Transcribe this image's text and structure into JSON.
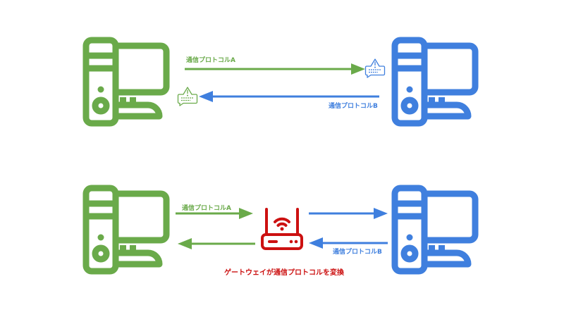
{
  "colors": {
    "green": "#6aaa4a",
    "blue": "#3f7fde",
    "red": "#cc1111"
  },
  "top_scenario": {
    "left_computer": {
      "icon": "desktop-computer-icon",
      "color": "green"
    },
    "right_computer": {
      "icon": "desktop-computer-icon",
      "color": "blue"
    },
    "arrow_right_label": "通信プロトコルA",
    "arrow_left_label": "通信プロトコルB",
    "right_alert_icon": "alert-message-icon",
    "left_alert_icon": "alert-message-icon"
  },
  "bottom_scenario": {
    "left_computer": {
      "icon": "desktop-computer-icon",
      "color": "green"
    },
    "right_computer": {
      "icon": "desktop-computer-icon",
      "color": "blue"
    },
    "gateway_icon": "router-icon",
    "arrow_a_label": "通信プロトコルA",
    "arrow_b_label": "通信プロトコルB",
    "caption": "ゲートウェイが通信プロトコルを変換"
  }
}
